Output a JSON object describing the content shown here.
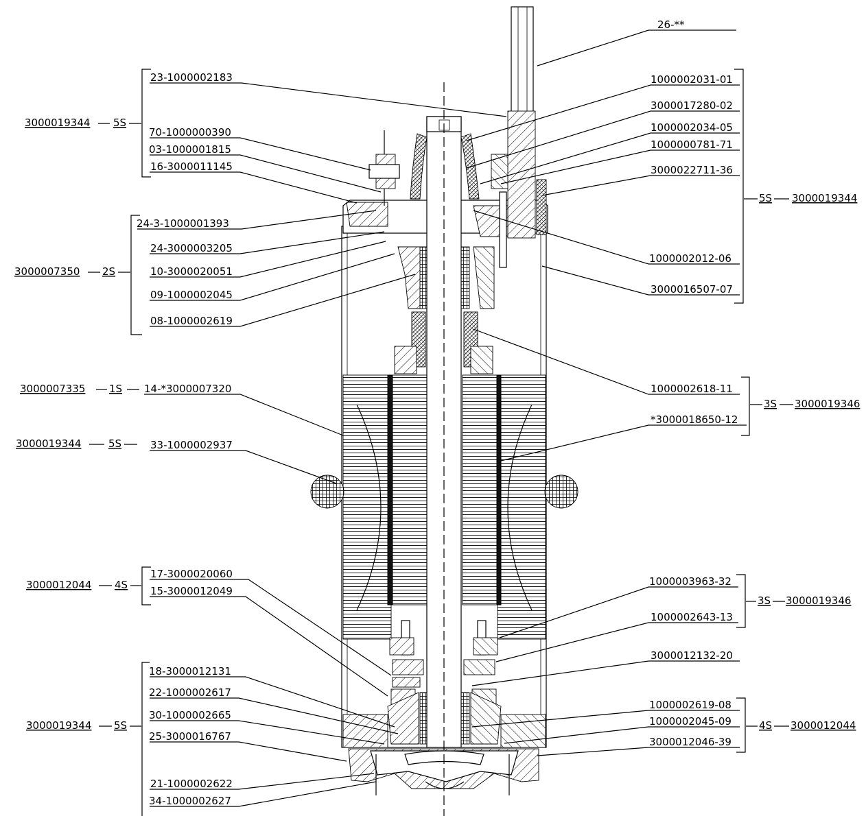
{
  "left_callouts": [
    {
      "text": "23-1000002183"
    },
    {
      "text": "70-1000000390"
    },
    {
      "text": "03-1000001815"
    },
    {
      "text": "16-3000011145"
    },
    {
      "text": "24-3-1000001393"
    },
    {
      "text": "24-3000003205"
    },
    {
      "text": "10-3000020051"
    },
    {
      "text": "09-1000002045"
    },
    {
      "text": "08-1000002619"
    },
    {
      "text": "14-*3000007320"
    },
    {
      "text": "33-1000002937"
    },
    {
      "text": "17-3000020060"
    },
    {
      "text": "15-3000012049"
    },
    {
      "text": "18-3000012131"
    },
    {
      "text": "22-1000002617"
    },
    {
      "text": "30-1000002665"
    },
    {
      "text": "25-3000016767"
    },
    {
      "text": "21-1000002622"
    },
    {
      "text": "34-1000002627"
    }
  ],
  "right_callouts": [
    {
      "text": "26-**"
    },
    {
      "text": "1000002031-01"
    },
    {
      "text": "3000017280-02"
    },
    {
      "text": "1000002034-05"
    },
    {
      "text": "1000000781-71"
    },
    {
      "text": "3000022711-36"
    },
    {
      "text": "1000002012-06"
    },
    {
      "text": "3000016507-07"
    },
    {
      "text": "1000002618-11"
    },
    {
      "text": "*3000018650-12"
    },
    {
      "text": "1000003963-32"
    },
    {
      "text": "1000002643-13"
    },
    {
      "text": "3000012132-20"
    },
    {
      "text": "1000002619-08"
    },
    {
      "text": "1000002045-09"
    },
    {
      "text": "3000012046-39"
    }
  ],
  "left_groups": [
    {
      "assembly": "3000019344",
      "qty": "5S"
    },
    {
      "assembly": "3000007350",
      "qty": "2S"
    },
    {
      "assembly": "3000007335",
      "qty": "1S"
    },
    {
      "assembly": "3000019344",
      "qty": "5S"
    },
    {
      "assembly": "3000012044",
      "qty": "4S"
    },
    {
      "assembly": "3000019344",
      "qty": "5S"
    }
  ],
  "right_groups": [
    {
      "assembly": "3000019344",
      "qty": "5S"
    },
    {
      "assembly": "3000019346",
      "qty": "3S"
    },
    {
      "assembly": "3000019346",
      "qty": "3S"
    },
    {
      "assembly": "3000012044",
      "qty": "4S"
    }
  ],
  "separator": "—"
}
